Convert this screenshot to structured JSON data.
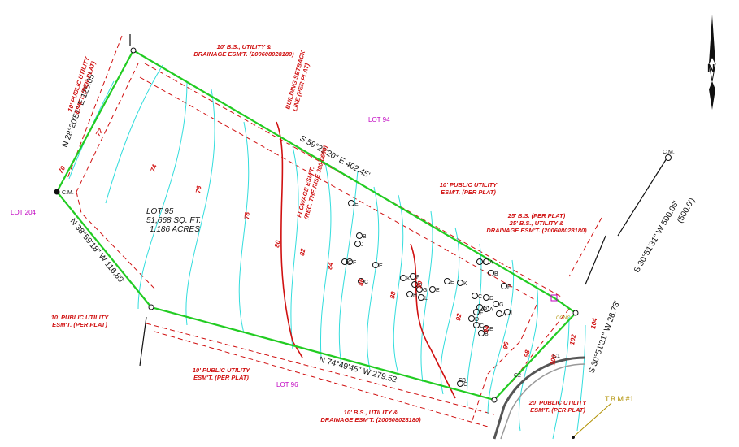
{
  "lot": {
    "name": "LOT 95",
    "area_sqft": "51,668 SQ. FT.",
    "area_acres": "1.186 ACRES"
  },
  "neighbors": {
    "north": "LOT 94",
    "west": "LOT 204",
    "south": "LOT 96"
  },
  "bearings": {
    "nw": "N 28°20'57\" E  125.05'",
    "ne": "S 59°22'20\" E   402.45'",
    "sw": "N 38°59'18\" W  116.89'",
    "s": "N 74°49'45\" W   279.52'",
    "east_road": "S 30°51'31\" W  500.06'",
    "east_road_plat": "(500.0')",
    "se": "S 30°51'31\" W  28.73'"
  },
  "easements": {
    "pue_nw": [
      "10' PUBLIC UTILITY",
      "ESM'T. (PER PLAT)"
    ],
    "bs_nw": [
      "10' B.S., UTILITY &",
      "DRAINAGE ESM'T. (200608028180)"
    ],
    "bsl": [
      "BUILDING SETBACK",
      "LINE (PER PLAT)"
    ],
    "flowage": [
      "FLOWAGE ESM'T.",
      "(REC. THE RISE 300-0686)"
    ],
    "pue_ne": [
      "10' PUBLIC UTILITY",
      "ESM'T. (PER PLAT)"
    ],
    "bs_e": [
      "25' B.S. (PER PLAT)",
      "25' B.S., UTILITY &",
      "DRAINAGE ESM'T. (200608028180)"
    ],
    "pue_w": [
      "10' PUBLIC UTILITY",
      "ESM'T. (PER PLAT)"
    ],
    "pue_s": [
      "10' PUBLIC UTILITY",
      "ESM'T. (PER PLAT)"
    ],
    "bs_s": [
      "10' B.S., UTILITY &",
      "DRAINAGE ESM'T. (200608028180)"
    ],
    "pue_se": [
      "20' PUBLIC UTILITY",
      "ESM'T. (PER PLAT)"
    ]
  },
  "monuments": {
    "cm_west": "C.M.",
    "cm_east": "C.M."
  },
  "tbm": "T.B.M.#1",
  "conc": "CONC.",
  "contours": [
    "70",
    "72",
    "74",
    "76",
    "78",
    "80",
    "82",
    "84",
    "86",
    "88",
    "90",
    "92",
    "94",
    "96",
    "98",
    "100",
    "102",
    "104"
  ],
  "curve_labels": [
    "C1",
    "C2",
    "C3"
  ],
  "trees": [
    "E",
    "B",
    "J",
    "C",
    "F",
    "E",
    "C",
    "K",
    "F",
    "D",
    "G",
    "H",
    "L",
    "E",
    "I",
    "A",
    "B",
    "E",
    "K",
    "C",
    "D",
    "A",
    "F",
    "G",
    "I",
    "D",
    "C",
    "E",
    "B",
    "G",
    "A",
    "C",
    "F"
  ],
  "colors": {
    "boundary": "#22cc22",
    "contour": "#33dddd",
    "easement": "#d01010",
    "lot_label": "#c000c0",
    "tbm": "#b09000"
  }
}
